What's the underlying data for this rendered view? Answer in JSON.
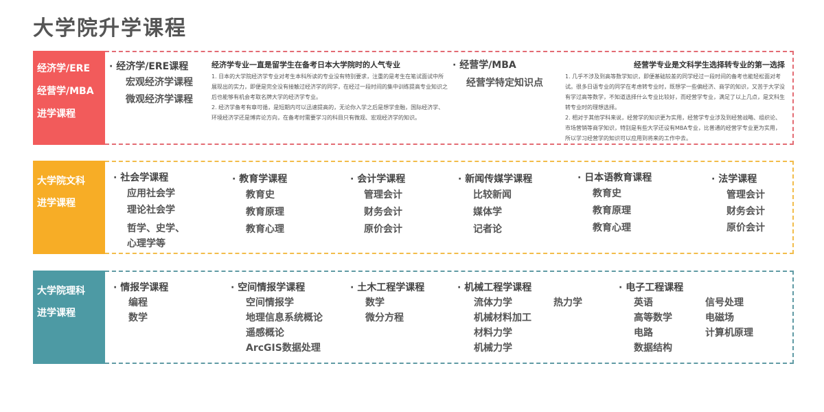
{
  "page": {
    "title": "大学院升学课程"
  },
  "sections": [
    {
      "labels": [
        "经济学/ERE",
        "经营学/MBA",
        "进学课程"
      ],
      "color": "#f25b5b",
      "columns": [
        {
          "heading": "· 经济学/ERE课程",
          "items": [
            "宏观经济学课程",
            "微观经济学课程"
          ]
        },
        {
          "title": "经济学专业一直是留学生在备考日本大学院时的人气专业",
          "paragraphs": [
            "1. 日本的大学院经济学专业对考生本科所读的专业没有特别要求，注重的是考生在笔试面试中所展现出的实力，即便是完全没有接触过经济学的同学，在经过一段时间的集中训练提高专业知识之后也能够有机会考取名牌大学的经济学专业。",
            "2. 经济学备考有章可循，是短期内可以迅速提高的，无论你入学之后是想学金融，国际经济学、环境经济学还是博弈论方向，在备考时需要学习的科目只有微观、宏观经济学的知识。"
          ]
        },
        {
          "heading": "· 经营学/MBA",
          "items": [
            "经营学特定知识点"
          ]
        },
        {
          "title": "经营学专业是文科学生选择转专业的第一选择",
          "paragraphs": [
            "1. 几乎不涉及到高等数学知识，即便基础较差的同学经过一段时间的备考也能轻松面对考试。很多日语专业的同学在考虑转专业时，既想学一些偏经济、商学的知识，又苦于大学没有学过高等数学，不知道选择什么专业比较好，而经营学专业，满足了以上几点，是文科生转专业时的理想选择。",
            "2. 相对于其他学科来说，经营学的知识更为实用，经营学专业涉及到经营战略、组织论、市场营销等商学知识，特别是有些大学还设有MBA专业，比普通的经营学专业更为实用，所以学习经营学的知识可以应用到将来的工作中去。"
          ]
        }
      ]
    },
    {
      "labels": [
        "大学院文科",
        "进学课程"
      ],
      "color": "#f7ad26",
      "columns": [
        {
          "heading": "· 社会学课程",
          "items": [
            "应用社会学",
            "理论社会学",
            "哲学、史学、",
            "心理学等"
          ]
        },
        {
          "heading": "· 教育学课程",
          "items": [
            "教育史",
            "教育原理",
            "教育心理"
          ]
        },
        {
          "heading": "· 会计学课程",
          "items": [
            "管理会计",
            "财务会计",
            "原价会计"
          ]
        },
        {
          "heading": "· 新闻传媒学课程",
          "items": [
            "比较新闻",
            "媒体学",
            "记者论"
          ]
        },
        {
          "heading": "· 日本语教育课程",
          "items": [
            "教育史",
            "教育原理",
            "教育心理"
          ]
        },
        {
          "heading": "· 法学课程",
          "items": [
            "管理会计",
            "财务会计",
            "原价会计"
          ]
        }
      ]
    },
    {
      "labels": [
        "大学院理科",
        "进学课程"
      ],
      "color": "#4d9aa4",
      "columns": [
        {
          "heading": "· 情报学课程",
          "items": [
            "编程",
            "数学"
          ]
        },
        {
          "heading": "· 空间情报学课程",
          "items": [
            "空间情报学",
            "地理信息系统概论",
            "遥感概论",
            "ArcGIS数据处理"
          ]
        },
        {
          "heading": "· 土木工程学课程",
          "items": [
            "数学",
            "微分方程"
          ]
        },
        {
          "heading": "· 机械工程学课程",
          "items": [
            "流体力学",
            "机械材料加工",
            "材料力学",
            "机械力学"
          ],
          "extra": "热力学"
        },
        {
          "heading": "· 电子工程课程",
          "items": [
            "英语",
            "高等数学",
            "电路",
            "数据结构"
          ],
          "items2": [
            "信号处理",
            "电磁场",
            "计算机原理"
          ]
        }
      ]
    }
  ]
}
